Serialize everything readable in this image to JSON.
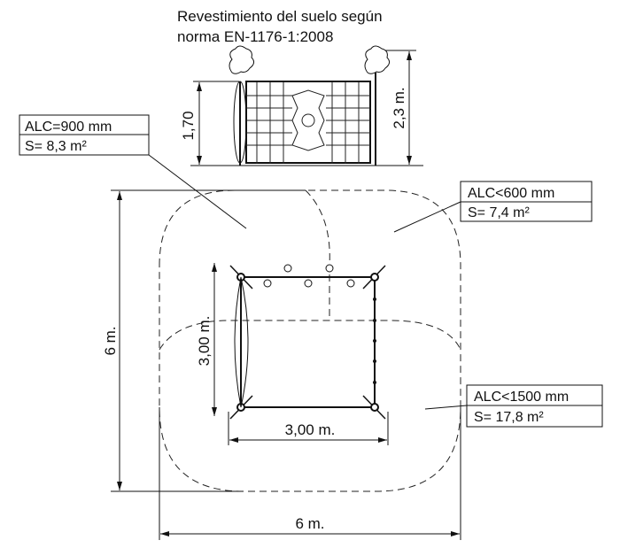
{
  "title_lines": [
    "Revestimiento del suelo según",
    "norma EN-1176-1:2008"
  ],
  "elevation": {
    "height_label": "1,70",
    "total_height_label": "2,3 m."
  },
  "zones": [
    {
      "alc": "ALC=900 mm",
      "area": "S= 8,3 m²"
    },
    {
      "alc": "ALC<600 mm",
      "area": "S= 7,4 m²"
    },
    {
      "alc": "ALC<1500 mm",
      "area": "S= 17,8 m²"
    }
  ],
  "plan": {
    "side_vertical": "3,00 m.",
    "side_horizontal": "3,00 m.",
    "total_vertical": "6 m.",
    "total_horizontal": "6 m."
  }
}
